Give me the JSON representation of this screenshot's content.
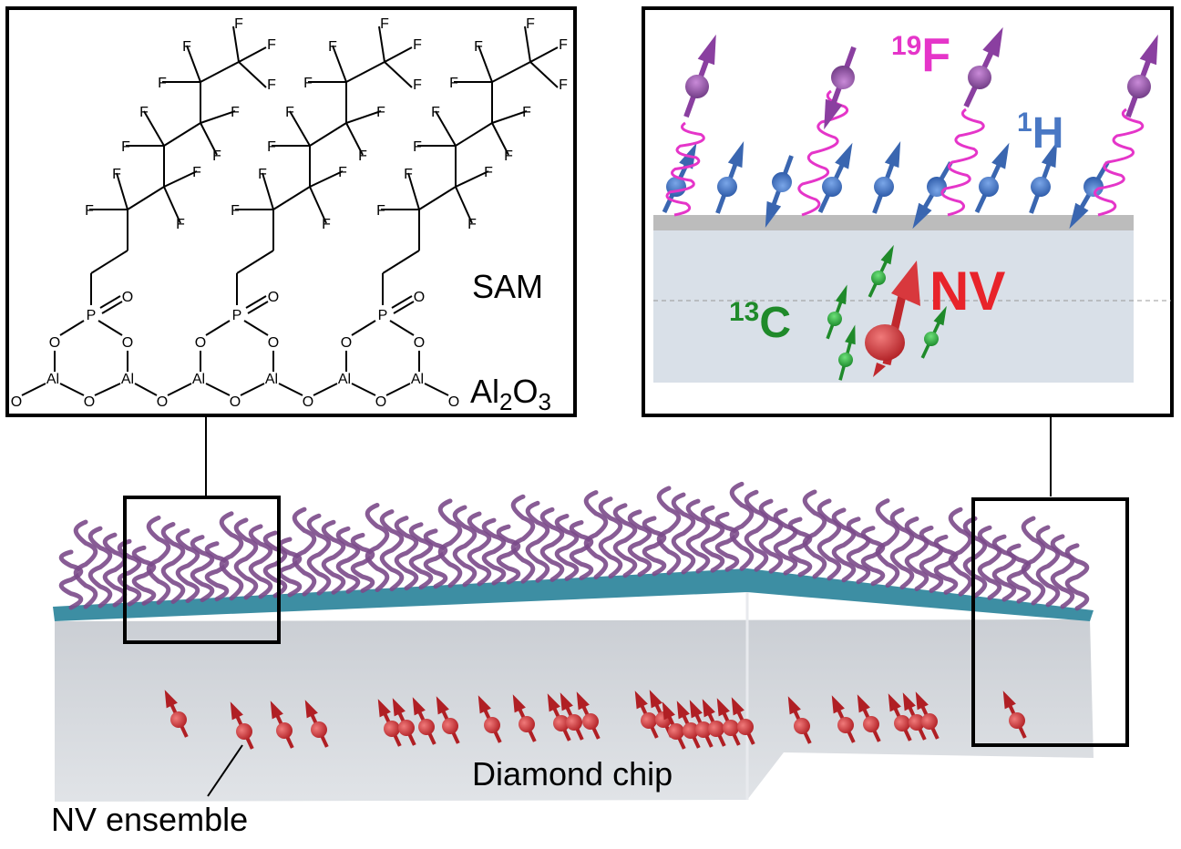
{
  "left_panel": {
    "sam_label": "SAM",
    "oxide_label_main": "Al",
    "oxide_sub_1": "2",
    "oxide_label_o": "O",
    "oxide_sub_2": "3",
    "atoms": {
      "fluorine": "F",
      "phosphorus": "P",
      "oxygen": "O",
      "aluminum": "Al"
    }
  },
  "right_panel": {
    "f19_mass": "19",
    "f19_symbol": "F",
    "h1_mass": "1",
    "h1_symbol": "H",
    "c13_mass": "13",
    "c13_symbol": "C",
    "nv_label": "NV",
    "colors": {
      "fluorine": "#e535c9",
      "hydrogen": "#4a78c4",
      "carbon": "#1f8a2a",
      "nv": "#e8232a"
    }
  },
  "bottom": {
    "chip_label": "Diamond chip",
    "ensemble_label": "NV ensemble",
    "colors": {
      "layer": "#3d8ea3",
      "chains": "#7b4a8a",
      "nv_spins": "#c0282d"
    }
  }
}
